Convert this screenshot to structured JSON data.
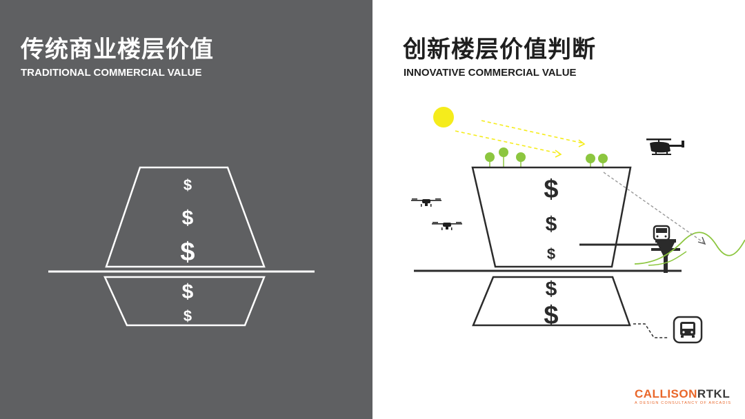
{
  "traditional": {
    "title_cn": "传统商业楼层价值",
    "title_en": "TRADITIONAL COMMERCIAL VALUE",
    "upper_values": [
      "$",
      "$",
      "$"
    ],
    "lower_values": [
      "$",
      "$"
    ]
  },
  "innovative": {
    "title_cn": "创新楼层价值判断",
    "title_en": "INNOVATIVE COMMERCIAL VALUE",
    "upper_values": [
      "$",
      "$",
      "$"
    ],
    "lower_values": [
      "$",
      "$"
    ]
  },
  "icons": [
    "sun-icon",
    "tree-icon",
    "helicopter-icon",
    "drone-icon",
    "transit-station-icon",
    "bus-icon"
  ],
  "colors": {
    "left_bg": "#5f6062",
    "right_bg": "#ffffff",
    "tree_green": "#8cc63f",
    "sun_yellow": "#f5ec1c",
    "brand_orange": "#e9672a"
  },
  "logo": {
    "main_a": "CALLISON",
    "main_b": "RTKL",
    "tagline": "A DESIGN CONSULTANCY OF ARCADIS"
  }
}
